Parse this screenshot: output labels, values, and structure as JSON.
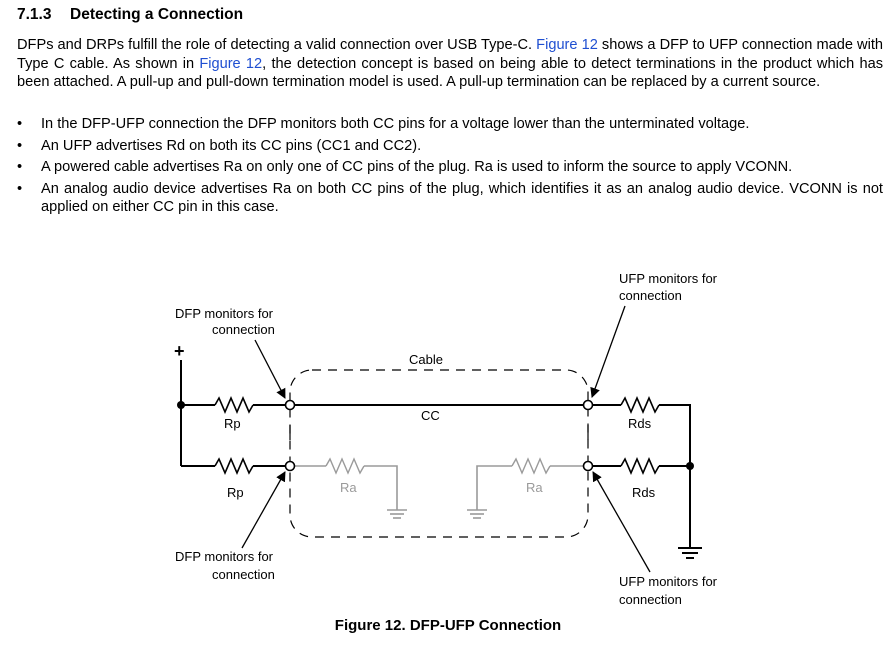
{
  "section": {
    "number": "7.1.3",
    "title": "Detecting a Connection"
  },
  "paragraph": {
    "p1": "DFPs and DRPs fulfill the role of detecting a valid connection over USB Type-C. ",
    "link1": "Figure 12",
    "p2": " shows a DFP to UFP connection made with Type C cable. As shown in ",
    "link2": "Figure 12",
    "p3": ", the detection concept is based on being able to detect terminations in the product which has been attached. A pull-up and pull-down termination model is used. A pull-up termination can be replaced by a current source."
  },
  "bullets": [
    "In the DFP-UFP connection the DFP monitors both CC pins for a voltage lower than the unterminated voltage.",
    "An UFP advertises Rd on both its CC pins (CC1 and CC2).",
    "A powered cable advertises Ra on only one of CC pins of the plug. Ra is used to inform the source to apply VCONN.",
    "An analog audio device advertises Ra on both CC pins of the plug, which identifies it as an analog audio device. VCONN is not applied on either CC pin in this case."
  ],
  "bullet_symbol": "•",
  "figure": {
    "labels": {
      "dfp_top_line1": "DFP monitors for",
      "dfp_top_line2": "connection",
      "ufp_top_line1": "UFP monitors for",
      "ufp_top_line2": "connection",
      "dfp_bottom_line1": "DFP monitors for",
      "dfp_bottom_line2": "connection",
      "ufp_bottom_line1": "UFP monitors for",
      "ufp_bottom_line2": "connection",
      "cable": "Cable",
      "cc": "CC",
      "rp_top": "Rp",
      "rp_bottom": "Rp",
      "ra_left": "Ra",
      "ra_right": "Ra",
      "rds_top": "Rds",
      "rds_bottom": "Rds",
      "plus": "+"
    },
    "caption": "Figure 12.  DFP-UFP Connection"
  }
}
